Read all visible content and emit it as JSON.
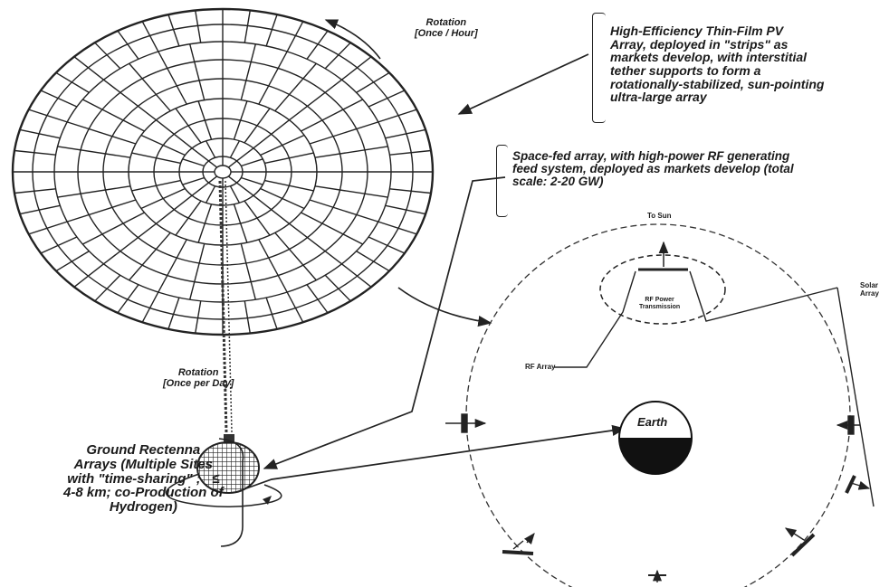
{
  "labels": {
    "rotation_hour": "Rotation\n[Once / Hour]",
    "pv_array": "High-Efficiency Thin-Film PV\nArray, deployed in \"strips\" as\nmarkets develop, with interstitial\ntether supports to form a\nrotationally-stabilized, sun-pointing\nultra-large array",
    "space_fed": "Space-fed array, with high-power RF generating\nfeed system, deployed as markets develop (total\nscale: 2-20 GW)",
    "to_sun": "To Sun",
    "rf_power": "RF Power\nTransmission",
    "solar_array": "Solar\nArray",
    "rf_array": "RF Array",
    "rotation_day": "Rotation\n[Once per Day]",
    "earth": "Earth",
    "rectenna": "Ground Rectenna\nArrays (Multiple Sites\nwith \"time-sharing\" ;   ≤\n4-8 km; co-Production of\nHydrogen)"
  },
  "colors": {
    "ink": "#1a1a1a",
    "background": "#ffffff"
  }
}
